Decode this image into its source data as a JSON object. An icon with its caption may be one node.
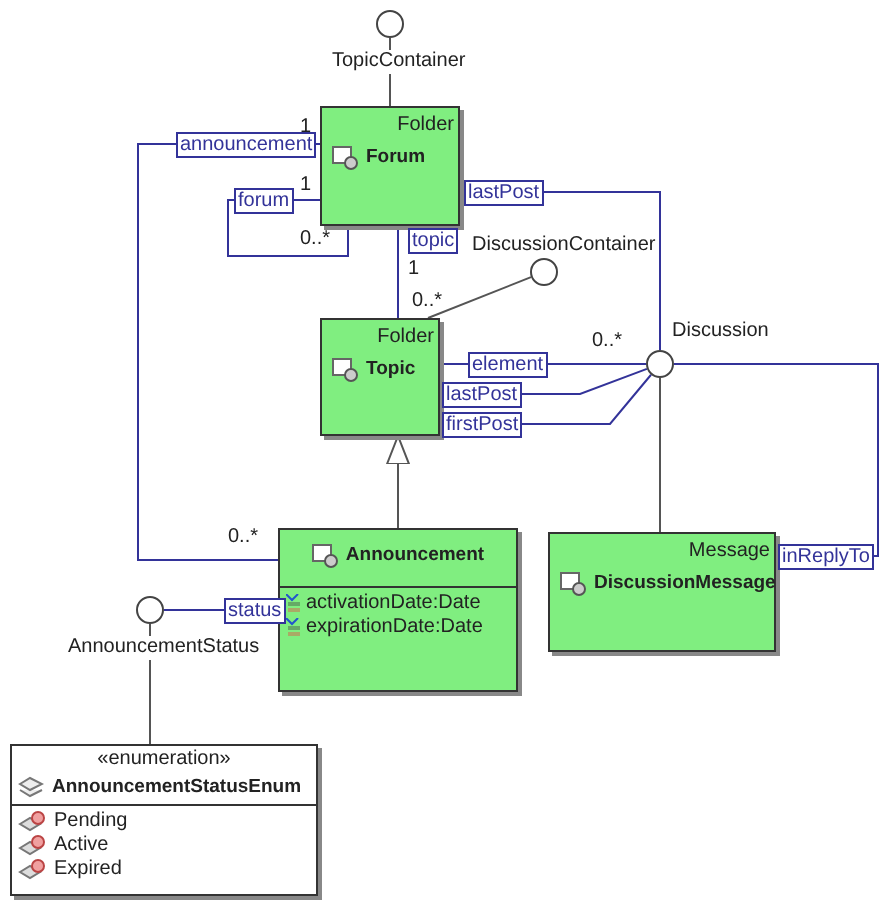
{
  "diagram": {
    "nodes": [
      {
        "text": [
          "Folder",
          "Forum"
        ]
      },
      {
        "text": [
          "Folder",
          "Topic"
        ]
      },
      {
        "text": [
          "Announcement",
          "activationDate:Date",
          "expirationDate:Date"
        ]
      },
      {
        "text": [
          "Message",
          "DiscussionMessage"
        ]
      },
      {
        "text": [
          "«enumeration»",
          "AnnouncementStatusEnum",
          "Pending",
          "Active",
          "Expired"
        ]
      },
      {
        "text": [],
        "shape": "circle",
        "beside": [
          "TopicContainer"
        ]
      },
      {
        "text": [],
        "shape": "circle",
        "beside": [
          "DiscussionContainer"
        ]
      },
      {
        "text": [],
        "shape": "circle",
        "beside": [
          "Discussion"
        ]
      },
      {
        "text": [],
        "shape": "circle",
        "beside": [
          "AnnouncementStatus"
        ]
      }
    ],
    "edges": [
      {
        "from": 5,
        "to": 0,
        "arrow": "none",
        "color": "#555555"
      },
      {
        "from": 0,
        "to": 2,
        "arrow": "other",
        "label": "announcement"
      },
      {
        "from": 0,
        "to": 0,
        "arrow": "other",
        "label": "forum"
      },
      {
        "from": 0,
        "to": 1,
        "arrow": "other",
        "label": "topic"
      },
      {
        "from": 1,
        "to": 6,
        "arrow": "none",
        "color": "#555555"
      },
      {
        "from": 0,
        "to": 7,
        "arrow": "none",
        "label": "lastPost"
      },
      {
        "from": 1,
        "to": 7,
        "arrow": "other",
        "label": "element"
      },
      {
        "from": 1,
        "to": 7,
        "arrow": "none",
        "label": "lastPost"
      },
      {
        "from": 1,
        "to": 7,
        "arrow": "none",
        "label": "firstPost"
      },
      {
        "from": 2,
        "to": 1,
        "arrow": "to",
        "color": "#555555"
      },
      {
        "from": 7,
        "to": 3,
        "arrow": "none",
        "color": "#555555"
      },
      {
        "from": 3,
        "to": 7,
        "arrow": "none",
        "label": "inReplyTo"
      },
      {
        "from": 2,
        "to": 8,
        "arrow": "none",
        "label": "status"
      },
      {
        "from": 8,
        "to": 4,
        "arrow": "none",
        "color": "#555555"
      }
    ],
    "labels": [
      "1",
      "1",
      "0..*",
      "1",
      "0..*",
      "0..*",
      "0..*"
    ]
  }
}
